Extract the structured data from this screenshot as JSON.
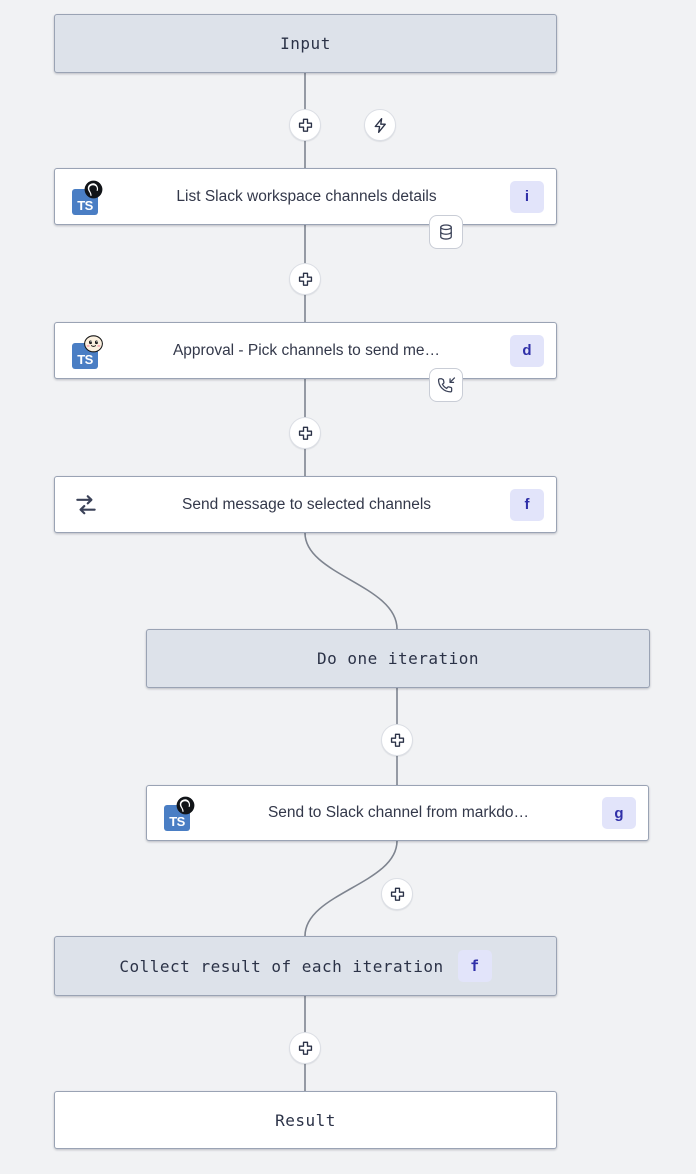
{
  "theme": {
    "background": "#f1f2f4",
    "node_fill_blue": "#dde2ea",
    "node_fill_white": "#ffffff",
    "node_border": "#9aa3b4",
    "edge_color": "#7e848f",
    "badge_bg": "#e2e4fa",
    "badge_fg": "#2f2fa8",
    "ts_blue": "#4a7ec4",
    "text": "#33384a"
  },
  "graph": {
    "input_node": {
      "label": "Input"
    },
    "steps": [
      {
        "label": "List Slack workspace channels details",
        "badge": "i",
        "icon": "typescript-deno-icon",
        "icon_text": "TS",
        "attachment": "database-icon"
      },
      {
        "label": "Approval - Pick channels to send me…",
        "badge": "d",
        "icon": "typescript-bun-icon",
        "icon_text": "TS",
        "attachment": "phone-incoming-icon"
      },
      {
        "label": "Send message to selected channels",
        "badge": "f",
        "icon": "loop-repeat-icon",
        "icon_text": "",
        "attachment": ""
      }
    ],
    "iteration_node": {
      "label": "Do one iteration"
    },
    "iteration_step": {
      "label": "Send to Slack channel from markdo…",
      "badge": "g",
      "icon": "typescript-deno-icon",
      "icon_text": "TS",
      "attachment": ""
    },
    "collect_node": {
      "label": "Collect result of each iteration",
      "badge": "f"
    },
    "result_node": {
      "label": "Result"
    },
    "buttons": {
      "add_label": "+",
      "trigger_label": "zap"
    }
  }
}
